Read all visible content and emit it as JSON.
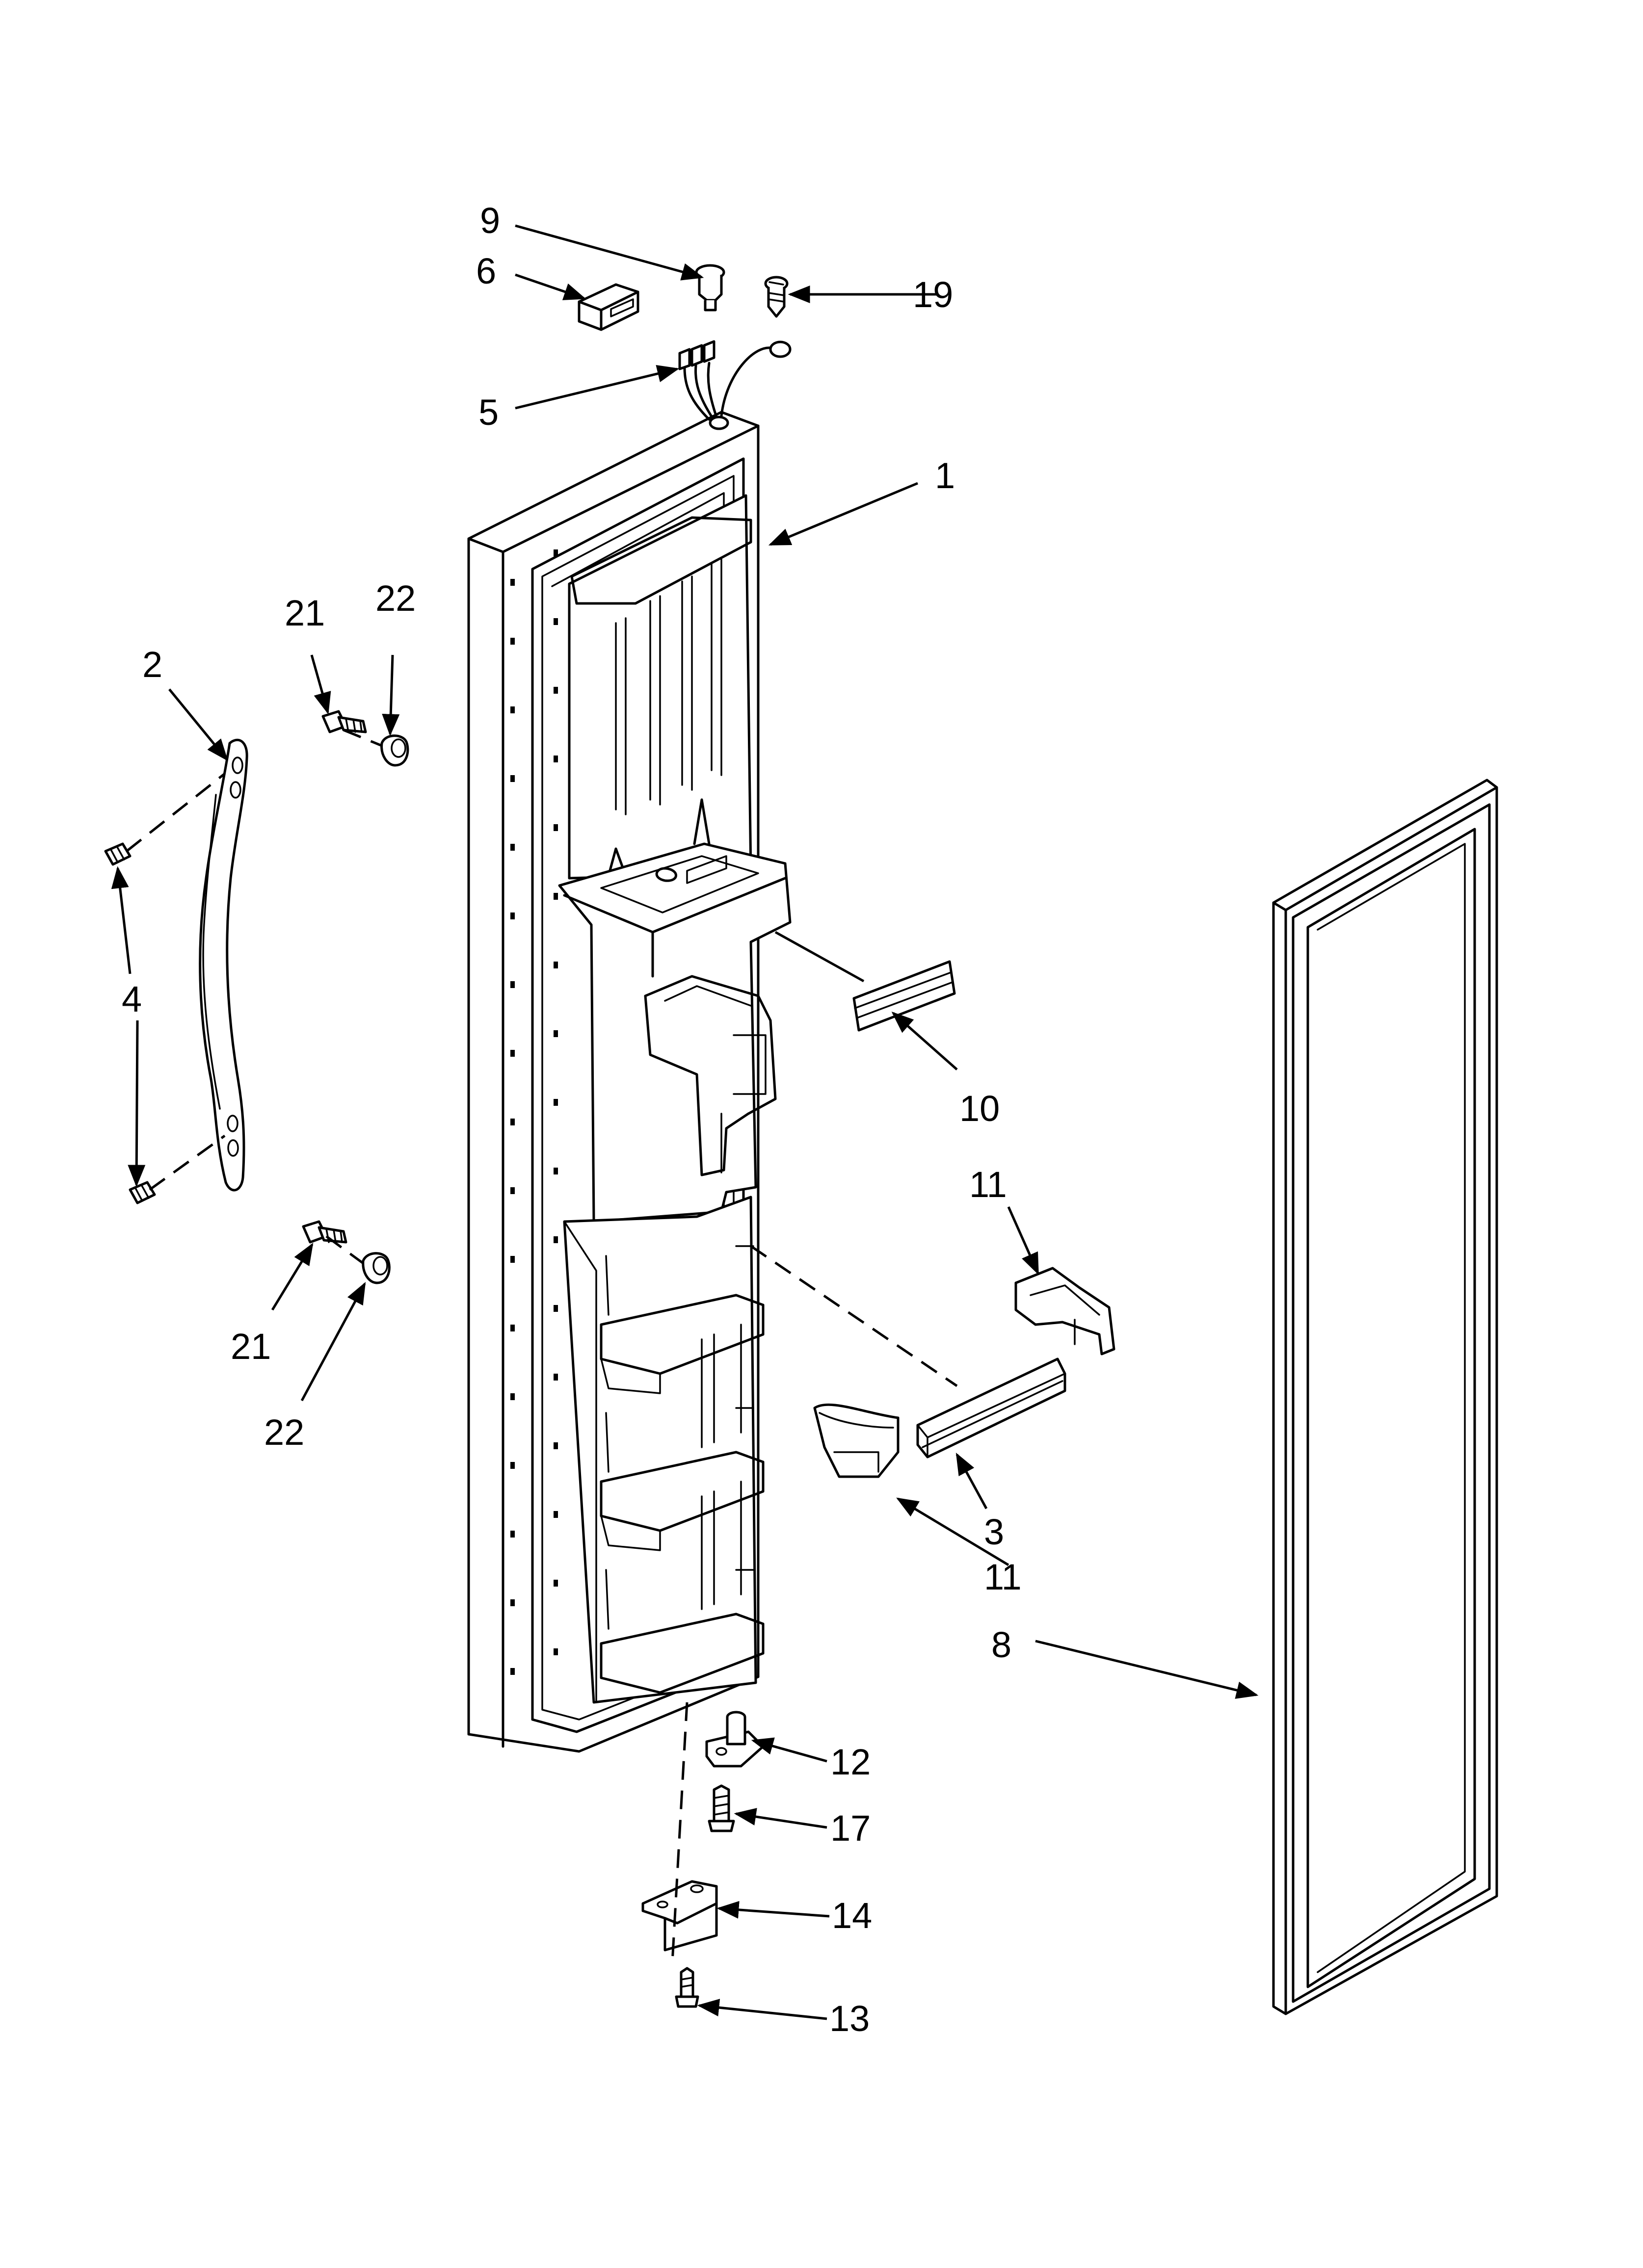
{
  "callouts": {
    "c1": "1",
    "c2": "2",
    "c3": "3",
    "c4": "4",
    "c5": "5",
    "c6": "6",
    "c8": "8",
    "c9": "9",
    "c10": "10",
    "c11a": "11",
    "c11b": "11",
    "c12": "12",
    "c13": "13",
    "c14": "14",
    "c17": "17",
    "c19": "19",
    "c21a": "21",
    "c21b": "21",
    "c22a": "22",
    "c22b": "22"
  },
  "colors": {
    "line": "#000000",
    "background": "#ffffff"
  }
}
